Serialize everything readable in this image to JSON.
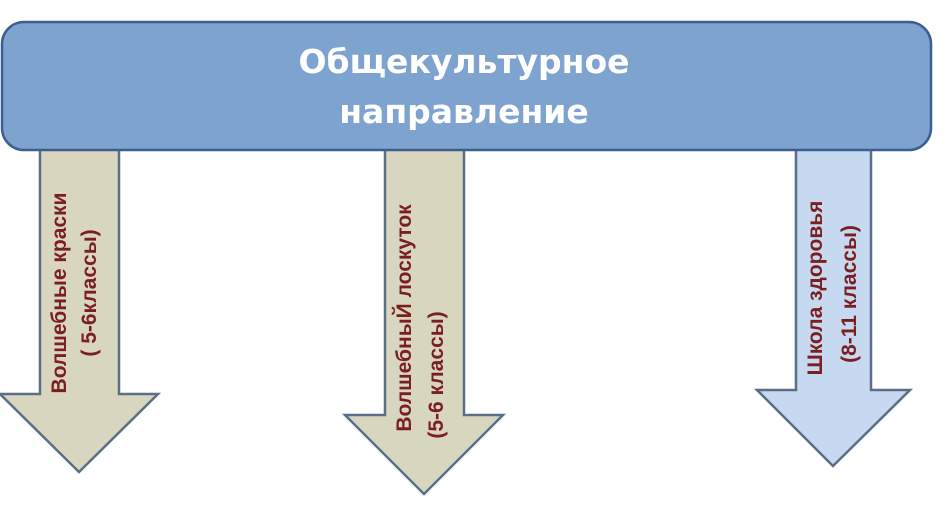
{
  "header": {
    "line1": "Общекультурное",
    "line2": "направление",
    "fill_color": "#7ea3cf",
    "stroke_color": "#3d5f8f"
  },
  "arrows": [
    {
      "line1": "Волшебные краски",
      "line2": "( 5-6классы)",
      "fill_color": "#d9d6bf"
    },
    {
      "line1": "ВолшебныЙ лоскуток",
      "line2": "(5-6 классы)",
      "fill_color": "#d9d6bf"
    },
    {
      "line1": "Школа  здоровья",
      "line2": "(8-11 классы)",
      "fill_color": "#c6d9f1"
    }
  ],
  "colors": {
    "arrow_stroke": "#5a6f86",
    "arrow_text": "#7a1f1f",
    "header_text": "#ffffff"
  }
}
